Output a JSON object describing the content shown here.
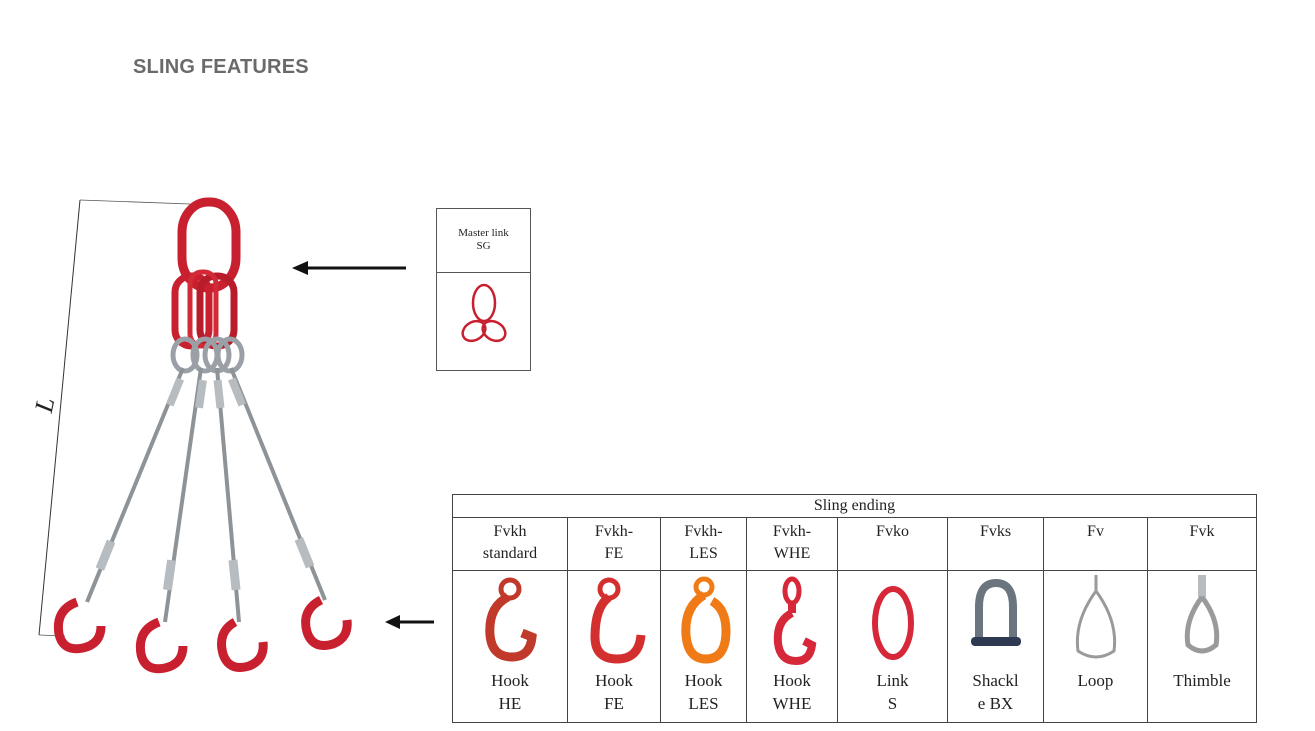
{
  "page": {
    "title": "SLING FEATURES"
  },
  "figure": {
    "dimension_label": "L"
  },
  "master_link": {
    "title": "Master link",
    "code": "SG"
  },
  "table": {
    "header": "Sling ending",
    "columns": [
      {
        "code_lines": [
          "Fvkh",
          "standard"
        ],
        "name_lines": [
          "Hook",
          "HE"
        ],
        "icon": "hook-he-icon",
        "color": "#c0392b"
      },
      {
        "code_lines": [
          "Fvkh-",
          "FE"
        ],
        "name_lines": [
          "Hook",
          "FE"
        ],
        "icon": "hook-fe-icon",
        "color": "#d32f2f"
      },
      {
        "code_lines": [
          "Fvkh-",
          "LES"
        ],
        "name_lines": [
          "Hook",
          "LES"
        ],
        "icon": "hook-les-icon",
        "color": "#f07b16"
      },
      {
        "code_lines": [
          "Fvkh-",
          "WHE"
        ],
        "name_lines": [
          "Hook",
          "WHE"
        ],
        "icon": "hook-whe-icon",
        "color": "#d62839"
      },
      {
        "code_lines": [
          "Fvko"
        ],
        "name_lines": [
          "Link",
          "S"
        ],
        "icon": "link-icon",
        "color": "#d62839"
      },
      {
        "code_lines": [
          "Fvks"
        ],
        "name_lines": [
          "Shackl",
          "e BX"
        ],
        "icon": "shackle-icon",
        "color": "#6b7580"
      },
      {
        "code_lines": [
          "Fv"
        ],
        "name_lines": [
          "Loop"
        ],
        "icon": "loop-icon",
        "color": "#9a9a9a"
      },
      {
        "code_lines": [
          "Fvk"
        ],
        "name_lines": [
          "Thimble"
        ],
        "icon": "thimble-icon",
        "color": "#9a9a9a"
      }
    ]
  },
  "colors": {
    "chain_red": "#c8202f",
    "wire_grey": "#8e9398",
    "title_grey": "#6a6a6a"
  }
}
